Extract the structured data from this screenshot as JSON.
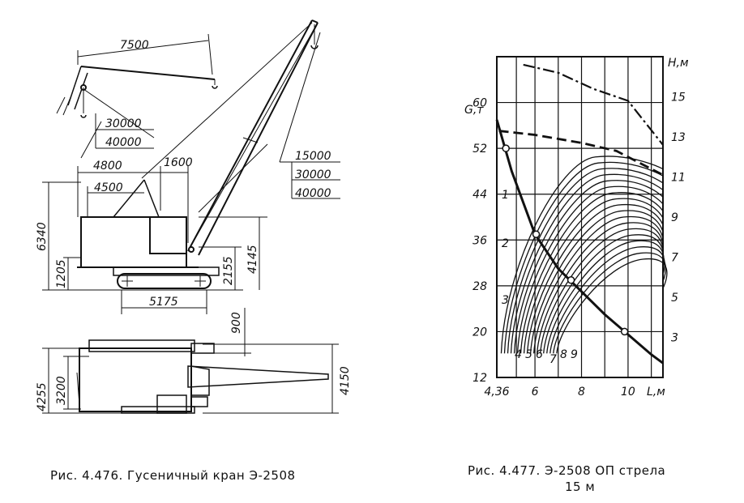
{
  "figure1": {
    "caption": "Рис. 4.476. Гусеничный кран Э-2508",
    "dims": {
      "boom_short": "7500",
      "load_a1": "30000",
      "load_a2": "40000",
      "dim_4800": "4800",
      "dim_1600": "1600",
      "dim_4500": "4500",
      "boom_long_1": "15000",
      "boom_long_2": "30000",
      "boom_long_3": "40000",
      "height_total": "6340",
      "height_1205": "1205",
      "dim_2155": "2155",
      "dim_4145": "4145",
      "track_5175": "5175",
      "dim_900": "900",
      "width_4255": "4255",
      "width_3200": "3200",
      "width_4150": "4150"
    }
  },
  "figure2": {
    "caption_line1": "Рис. 4.477. Э-2508 ОП стрела",
    "caption_line2": "15 м",
    "chart_data": {
      "type": "line",
      "title": "",
      "xlabel": "L,м",
      "ylabel_left": "G,т",
      "ylabel_right": "H,м",
      "x_ticks": [
        "4,36",
        "6",
        "8",
        "10"
      ],
      "x_tick_values": [
        4.36,
        6,
        8,
        10
      ],
      "xlim": [
        4.36,
        11.5
      ],
      "y_left_ticks": [
        "12",
        "20",
        "28",
        "36",
        "44",
        "52",
        "60"
      ],
      "ylim_left": [
        12,
        68
      ],
      "y_right_ticks": [
        "3",
        "5",
        "7",
        "9",
        "11",
        "13",
        "15"
      ],
      "ylim_right": [
        1,
        17
      ],
      "grid": true,
      "series_labels_left": [
        "1",
        "2",
        "3"
      ],
      "series_labels_bottom": [
        "4",
        "5",
        "6",
        "7",
        "8",
        "9"
      ],
      "capacity_curve": {
        "points": [
          [
            4.36,
            57
          ],
          [
            5,
            48
          ],
          [
            6,
            37
          ],
          [
            7,
            31
          ],
          [
            8,
            27
          ],
          [
            9,
            23
          ],
          [
            10,
            19.5
          ],
          [
            11,
            16
          ],
          [
            11.5,
            14.5
          ]
        ],
        "markers": [
          [
            4.75,
            52
          ],
          [
            6.05,
            37
          ],
          [
            7.55,
            29
          ],
          [
            9.85,
            20
          ]
        ]
      },
      "envelope_dash_dot": [
        [
          5.5,
          16.6
        ],
        [
          7,
          16.2
        ],
        [
          8.5,
          15.4
        ],
        [
          10,
          14.8
        ],
        [
          11.5,
          12.6
        ]
      ],
      "envelope_dashed": [
        [
          4.45,
          13.3
        ],
        [
          6,
          13.1
        ],
        [
          8,
          12.7
        ],
        [
          9.5,
          12.3
        ],
        [
          11.5,
          11.1
        ]
      ],
      "arcs_count": 18
    }
  }
}
